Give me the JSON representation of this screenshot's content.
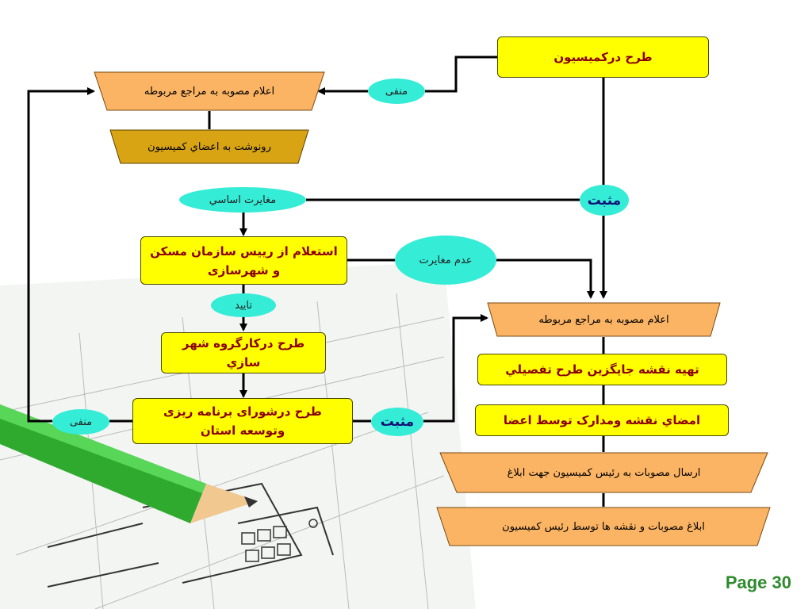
{
  "nodes": {
    "commission_plan": "طرح درکمیسیون",
    "announce_top": "اعلام مصوبه  به مراجع مربوطه",
    "copy_members": "رونوشت به اعضاي كميسيون",
    "basic_conflict": "مغايرت اساسي",
    "inquiry": "استعلام از رییس سازمان مسکن و شهرسازی",
    "no_conflict": "عدم مغایرت",
    "approval": "تایید",
    "working_group": "طرح دركارگروه شهر سازي",
    "province_council": "طرح درشورای برنامه ریزی وتوسعه استان",
    "announce_right": "اعلام مصوبه  به مراجع مربوطه",
    "alt_detail_map": "تهيه نقشه جايگزين طرح تفصيلي",
    "sign_members": "امضاي نقشه ومدارک توسط اعضا",
    "send_resolutions": "ارسال مصوبات به رئیس کمیسیون جهت ابلاغ",
    "notify_resolutions": "ابلاغ مصوبات و نقشه ها توسط رئیس کمیسیون"
  },
  "labels": {
    "negative_top": "منفی",
    "positive_mid": "مثبت",
    "positive_bottom": "مثبت",
    "negative_bottom": "منفی"
  },
  "footer": {
    "page": "Page 30"
  },
  "colors": {
    "box_yellow": "#ffff00",
    "trap_orange": "#fbb463",
    "trap_dark": "#d9a414",
    "oval_cyan": "#35ecd6",
    "text_dark_red": "#8b0000",
    "page_green": "#2e8b2e"
  }
}
